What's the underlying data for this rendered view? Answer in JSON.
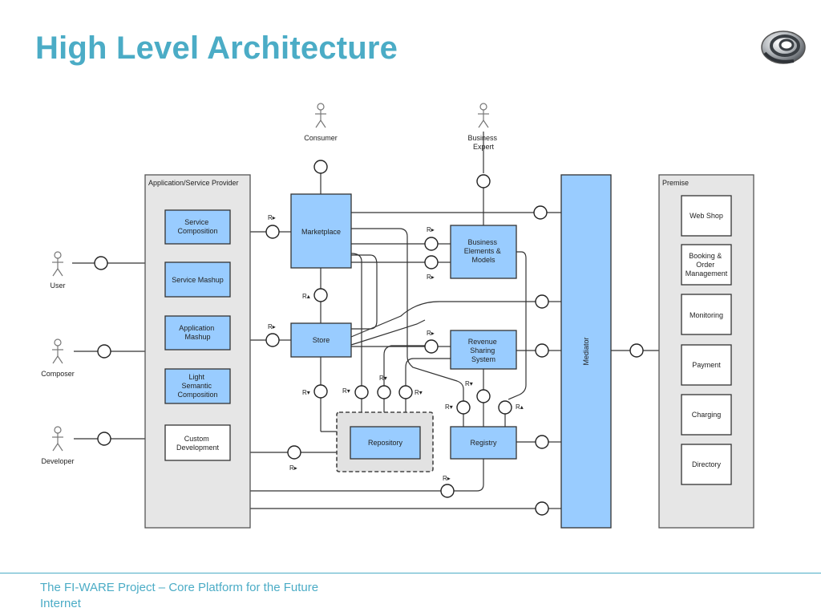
{
  "title": "High Level Architecture",
  "footer": "The FI-WARE Project – Core Platform for the Future Internet",
  "actors": {
    "consumer": "Consumer",
    "business_expert": [
      "Business",
      "Expert"
    ],
    "user": "User",
    "composer": "Composer",
    "developer": "Developer"
  },
  "provider": {
    "title": "Application/Service Provider",
    "components": [
      [
        "Service",
        "Composition"
      ],
      [
        "Service Mashup"
      ],
      [
        "Application",
        "Mashup"
      ],
      [
        "Light",
        "Semantic",
        "Composition"
      ],
      [
        "Custom",
        "Development"
      ]
    ]
  },
  "center": {
    "marketplace": "Marketplace",
    "store": "Store",
    "repository": "Repository",
    "registry": "Registry",
    "business_models": [
      "Business",
      "Elements &",
      "Models"
    ],
    "revenue_sharing": [
      "Revenue",
      "Sharing",
      "System"
    ]
  },
  "mediator": "Mediator",
  "premise": {
    "title": "Premise",
    "components": [
      [
        "Web Shop"
      ],
      [
        "Booking &",
        "Order",
        "Management"
      ],
      [
        "Monitoring"
      ],
      [
        "Payment"
      ],
      [
        "Charging"
      ],
      [
        "Directory"
      ]
    ]
  },
  "labels": {
    "r_right": "R▸",
    "r_down": "R▾",
    "r_up": "R▴"
  },
  "colors": {
    "title": "#4bacc6",
    "component_blue": "#99ccff",
    "container_gray": "#e6e6e6",
    "line": "#333333"
  }
}
